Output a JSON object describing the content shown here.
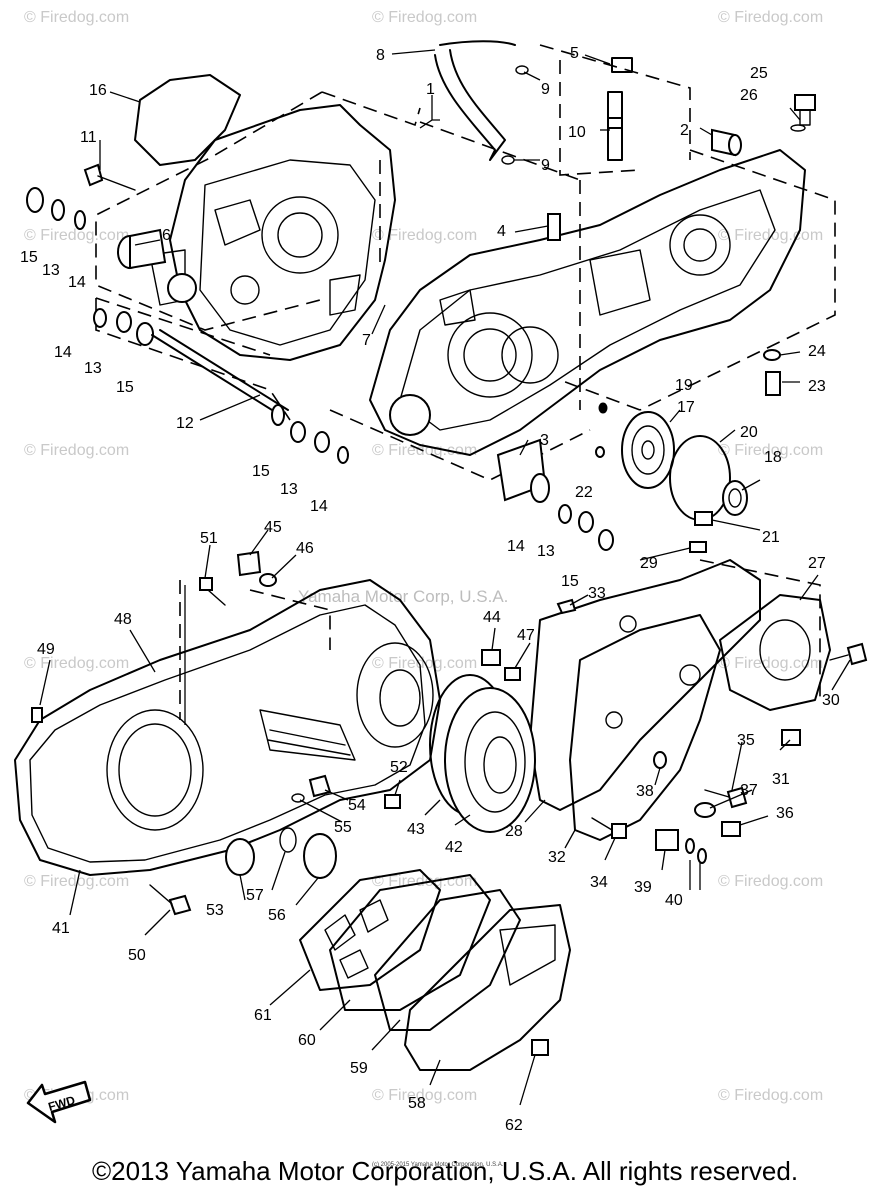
{
  "watermarks": [
    "© Firedog.com",
    "© Firedog.com",
    "© Firedog.com",
    "© Firedog.com",
    "© Firedog.com",
    "© Firedog.com",
    "© Firedog.com",
    "© Firedog.com",
    "© Firedog.com",
    "© Firedog.com",
    "© Firedog.com",
    "© Firedog.com",
    "© Firedog.com",
    "© Firedog.com",
    "© Firedog.com",
    "© Firedog.com",
    "© Firedog.com",
    "© Firedog.com"
  ],
  "mid_watermark": "Yamaha Motor Corp, U.S.A.",
  "fwd_label": "FWD",
  "tiny_credit": "(c) 2005-2015 Yamaha Motor Corporation, U.S.A.",
  "copyright": "©2013 Yamaha Motor Corporation, U.S.A. All rights reserved.",
  "callouts": [
    "1",
    "2",
    "3",
    "4",
    "5",
    "6",
    "7",
    "8",
    "9",
    "9",
    "10",
    "11",
    "12",
    "13",
    "13",
    "13",
    "13",
    "14",
    "14",
    "14",
    "14",
    "15",
    "15",
    "15",
    "15",
    "16",
    "17",
    "18",
    "19",
    "20",
    "21",
    "22",
    "23",
    "24",
    "25",
    "26",
    "27",
    "28",
    "29",
    "30",
    "31",
    "32",
    "33",
    "34",
    "35",
    "36",
    "37",
    "38",
    "39",
    "40",
    "41",
    "42",
    "43",
    "44",
    "45",
    "46",
    "47",
    "48",
    "49",
    "50",
    "51",
    "52",
    "53",
    "54",
    "55",
    "56",
    "57",
    "58",
    "59",
    "60",
    "61",
    "62"
  ]
}
